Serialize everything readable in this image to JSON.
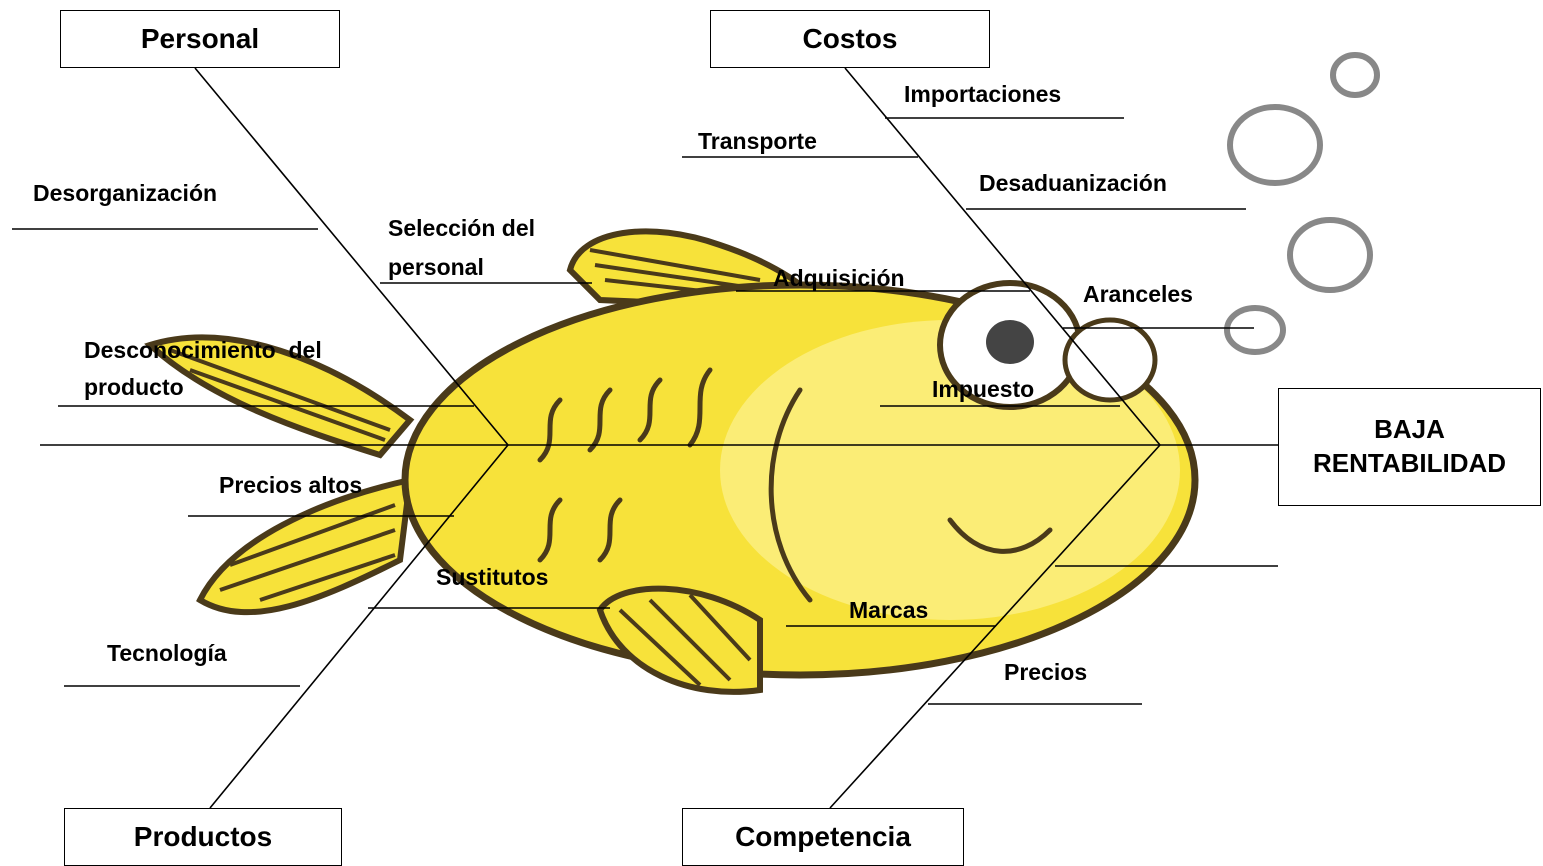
{
  "colors": {
    "fish_body": "#f7e23a",
    "fish_highlight": "#fff6a8",
    "fish_outline": "#4a3a1a",
    "line": "#000000"
  },
  "categories": {
    "personal": "Personal",
    "costos": "Costos",
    "productos": "Productos",
    "competencia": "Competencia"
  },
  "effect": {
    "line1": "BAJA",
    "line2": "RENTABILIDAD"
  },
  "causes": {
    "personal": {
      "c1": "Desorganización",
      "c2": "Selección del",
      "c2b": "personal",
      "c3": "Desconocimiento  del",
      "c3b": "producto"
    },
    "productos": {
      "c1": "Precios altos",
      "c2": "Sustitutos",
      "c3": "Tecnología"
    },
    "costos": {
      "c1": "Importaciones",
      "c2": "Transporte",
      "c3": "Desaduanización",
      "c4": "Adquisición",
      "c5": "Aranceles",
      "c6": "Impuesto"
    },
    "competencia": {
      "c1": "Marcas",
      "c2": "Precios"
    }
  }
}
